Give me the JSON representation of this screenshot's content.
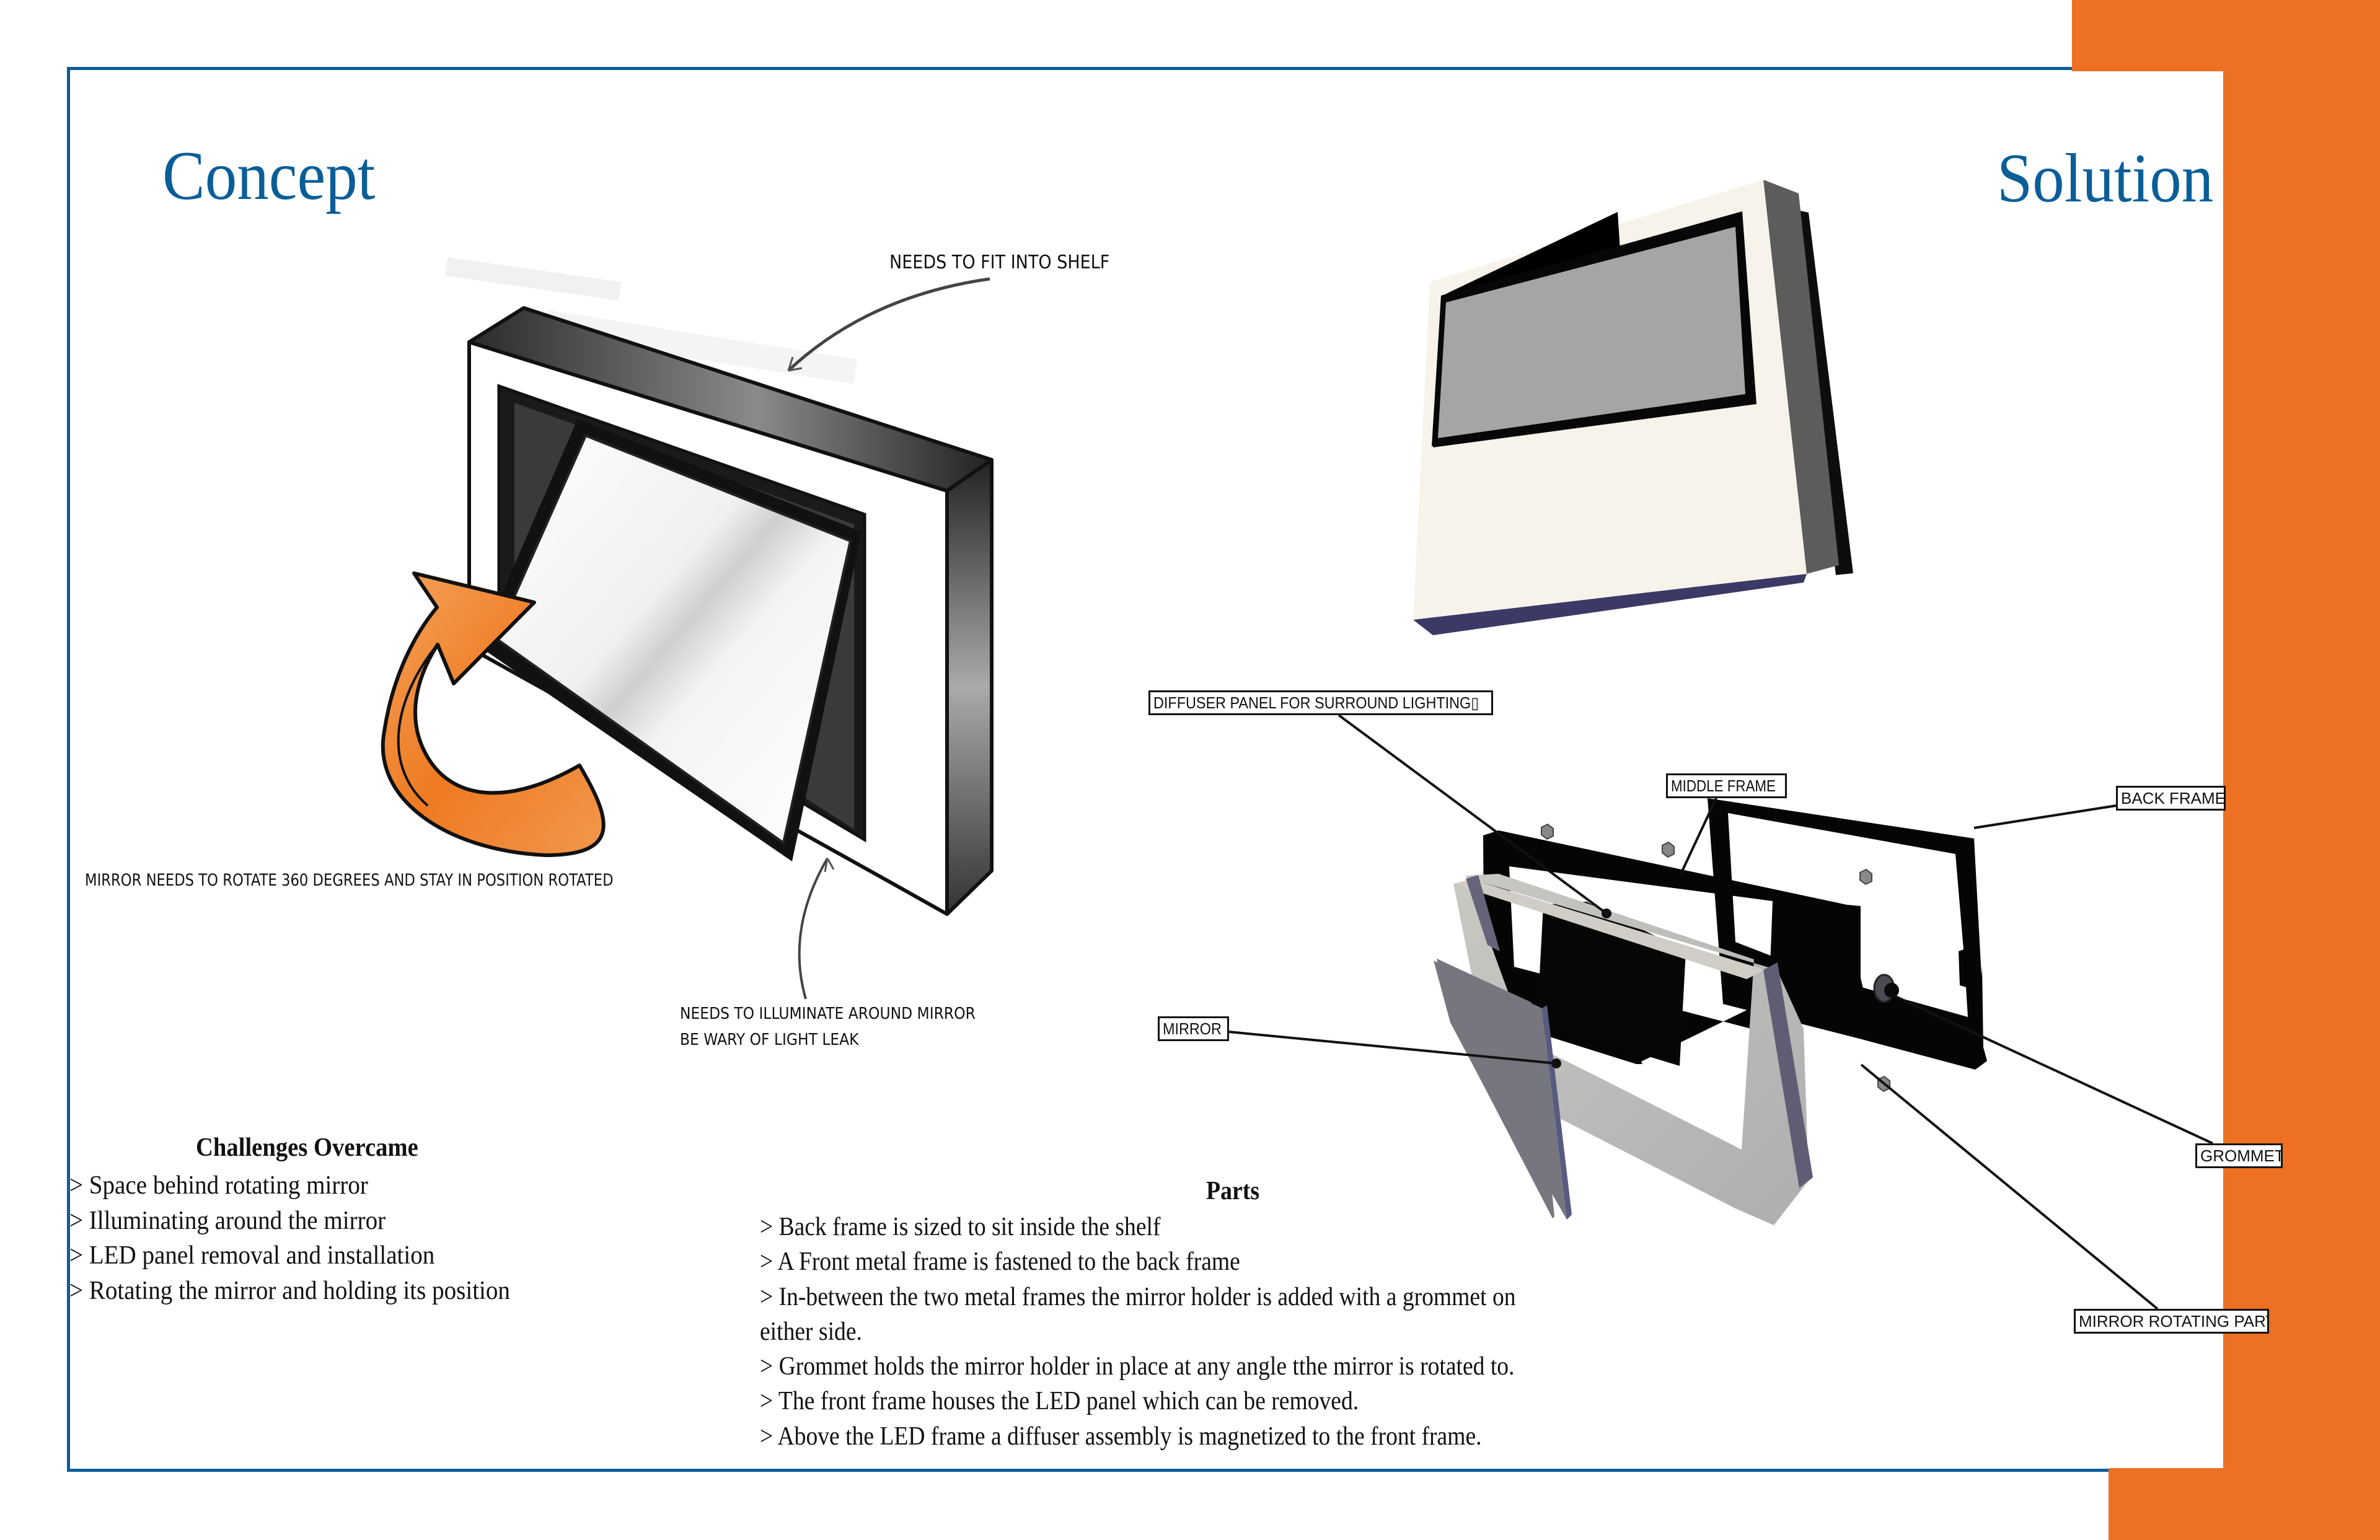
{
  "colors": {
    "accent_orange": "#ED7023",
    "title_blue": "#0A5E98",
    "text": "#111111"
  },
  "concept": {
    "title": "Concept",
    "annotations": {
      "shelf": "NEEDS TO FIT INTO SHELF",
      "rotate": "MIRROR NEEDS TO ROTATE 360 DEGREES AND STAY IN POSITION ROTATED",
      "illuminate": "NEEDS TO ILLUMINATE AROUND MIRROR",
      "light_leak": "BE WARY OF LIGHT LEAK"
    }
  },
  "solution": {
    "title": "Solution",
    "callouts": {
      "diffuser": "DIFFUSER PANEL FOR SURROUND LIGHTING▯",
      "middle_frame": "MIDDLE FRAME",
      "back_frame": "BACK FRAME▯",
      "mirror": "MIRROR",
      "grommet": "GROMMET",
      "mirror_rotating_part": "MIRROR ROTATING PART"
    }
  },
  "challenges": {
    "heading": "Challenges Overcame",
    "items": [
      "> Space behind rotating mirror",
      "> Illuminating around the mirror",
      "> LED panel removal and installation",
      "> Rotating the mirror and holding its position"
    ]
  },
  "parts": {
    "heading": "Parts",
    "items": [
      "> Back frame is sized to sit inside the shelf",
      "> A Front metal frame is fastened to the back frame",
      "> In-between the two metal frames the mirror holder is added with a grommet on",
      "either side.",
      "> Grommet holds the mirror holder in place at any angle tthe mirror is rotated to.",
      "> The front frame houses the LED panel which can be removed.",
      "> Above the LED frame a diffuser assembly is magnetized to the front frame."
    ]
  }
}
